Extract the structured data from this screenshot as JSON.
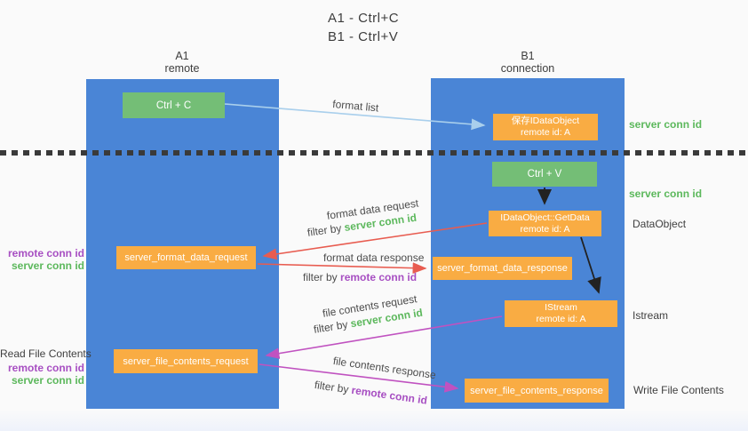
{
  "title": {
    "line1": "A1 - Ctrl+C",
    "line2": "B1 - Ctrl+V"
  },
  "lanes": {
    "left": {
      "name": "A1",
      "role": "remote"
    },
    "right": {
      "name": "B1",
      "role": "connection"
    }
  },
  "nodes": {
    "ctrl_c": {
      "label": "Ctrl + C"
    },
    "ctrl_v": {
      "label": "Ctrl + V"
    },
    "save_idataobject": {
      "line1": "保存IDataObject",
      "line2": "remote id: A"
    },
    "idataobject_getdata": {
      "line1": "IDataObject::GetData",
      "line2": "remote id: A"
    },
    "istream": {
      "line1": "IStream",
      "line2": "remote id: A"
    },
    "server_format_data_request": {
      "label": "server_format_data_request"
    },
    "server_format_data_response": {
      "label": "server_format_data_response"
    },
    "server_file_contents_request": {
      "label": "server_file_contents_request"
    },
    "server_file_contents_response": {
      "label": "server_file_contents_response"
    }
  },
  "flow_labels": {
    "format_list": "format list",
    "format_data_request": "format data request",
    "format_data_response": "format data response",
    "file_contents_request": "file contents request",
    "file_contents_response": "file contents response",
    "filter_by": "filter by",
    "server_conn_id": "server conn id",
    "remote_conn_id": "remote conn id"
  },
  "annotations": {
    "server_conn_id_top": "server conn id",
    "server_conn_id_middle": "server conn id",
    "dataobject": "DataObject",
    "istream": "Istream",
    "read_file_contents": "Read File Contents",
    "write_file_contents": "Write File Contents",
    "remote_conn_id": "remote conn id",
    "server_conn_id": "server conn id"
  },
  "colors": {
    "lane_blue": "#4a85d6",
    "action_green": "#74be76",
    "message_orange": "#f9ac43",
    "arrow_lightblue": "#a9cfec",
    "arrow_red": "#e85c50",
    "arrow_magenta": "#c052c0",
    "arrow_black": "#222222",
    "label_green": "#5cb85c",
    "label_purple": "#a74fc2",
    "divider_dark": "#3a3a3a"
  }
}
